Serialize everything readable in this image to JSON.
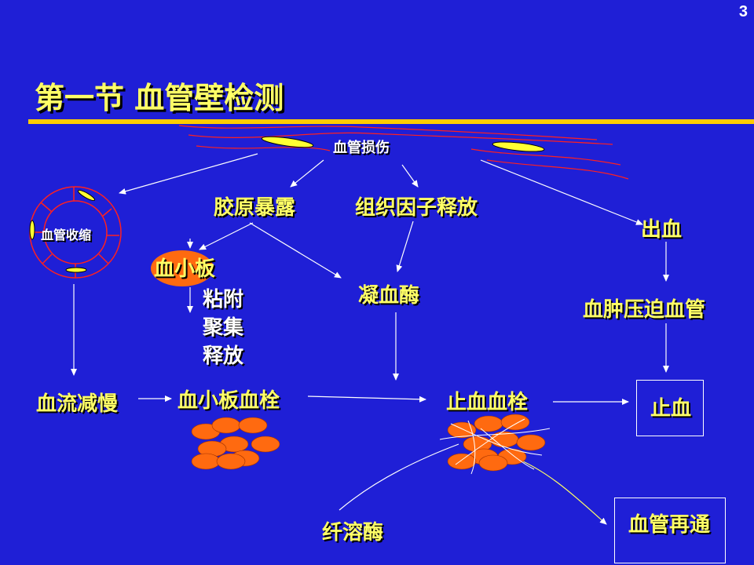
{
  "slide": {
    "page_number": "3",
    "title": "第一节  血管壁检测"
  },
  "diagram": {
    "vessel_injury": "血管损伤",
    "vasoconstriction": "血管收缩",
    "collagen_exposure": "胶原暴露",
    "tissue_factor_release": "组织因子释放",
    "bleeding": "出血",
    "platelet": "血小板",
    "platelet_actions": [
      "粘附",
      "聚集",
      "释放"
    ],
    "thrombin": "凝血酶",
    "hematoma": "血肿压迫血管",
    "slow_blood_flow": "血流减慢",
    "platelet_thrombus": "血小板血栓",
    "hemostatic_thrombus": "止血血栓",
    "hemostasis": "止血",
    "fibrinolysin": "纤溶酶",
    "recanalization": "血管再通"
  },
  "colors": {
    "background": "#1f1fd6",
    "accent_yellow": "#ffff66",
    "divider": "#ffcc00",
    "cell_orange": "#ff6a10",
    "vessel_red": "#ff2020"
  }
}
